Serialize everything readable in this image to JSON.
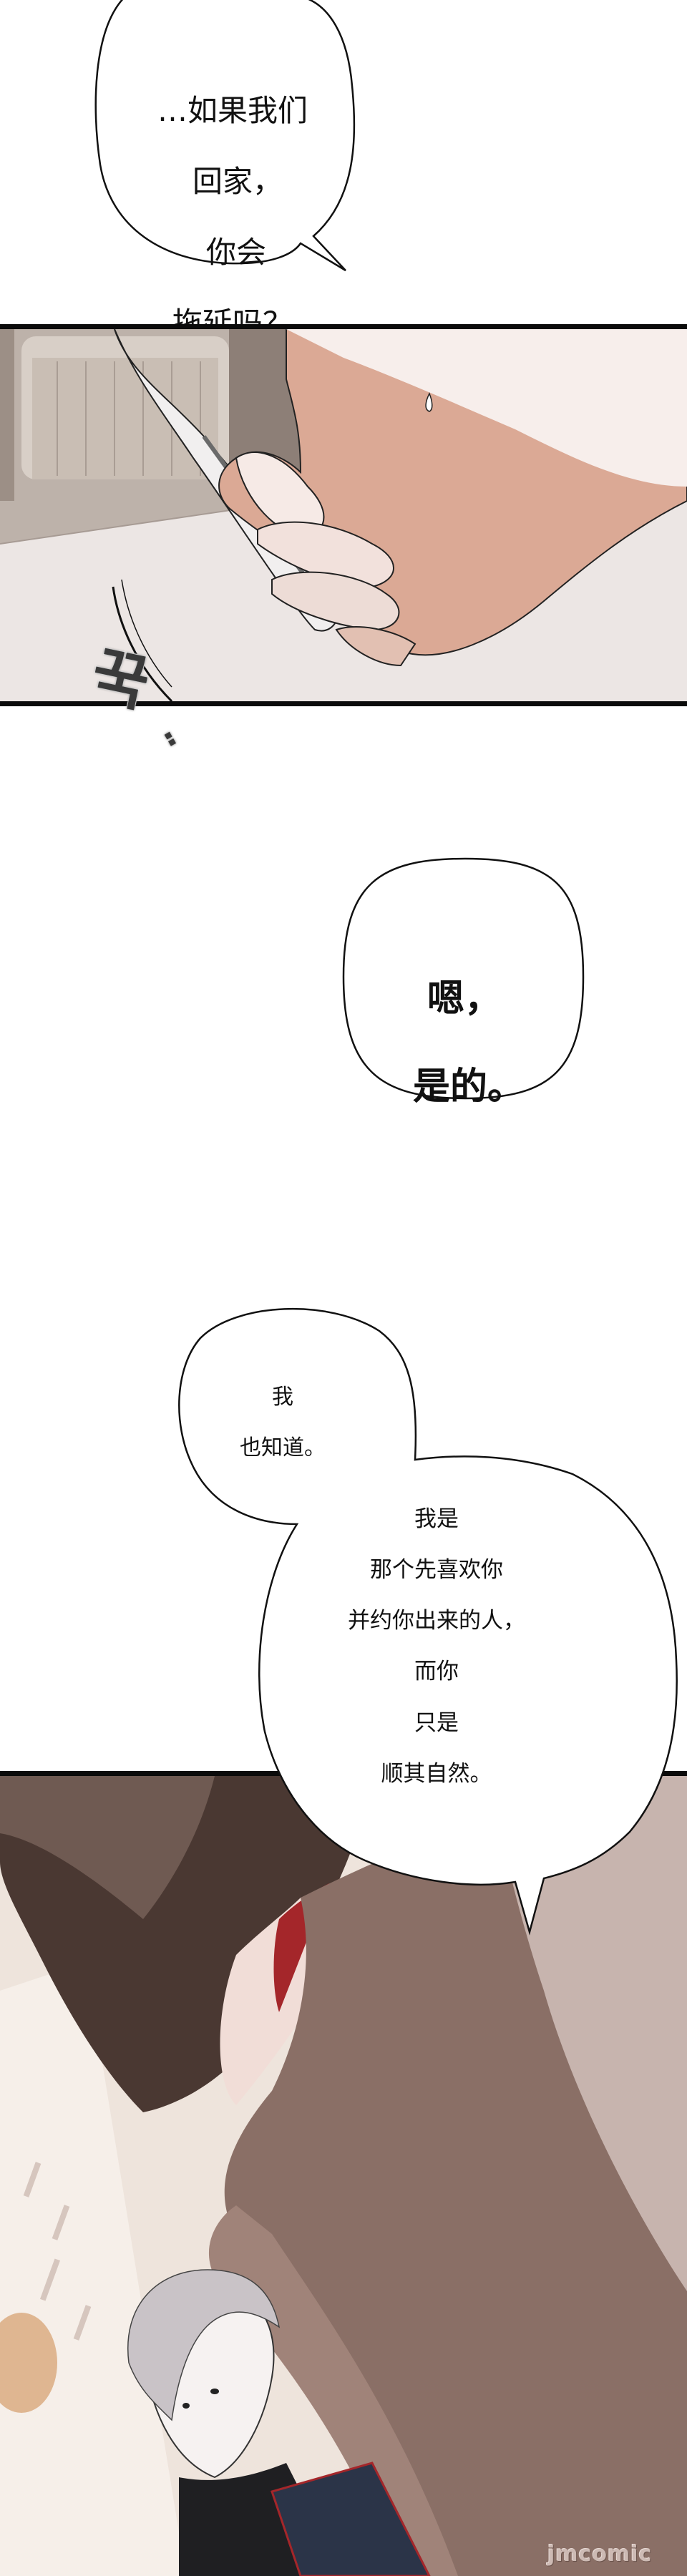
{
  "page": {
    "background": "#ffffff",
    "panel_border_color": "#0b0b0b"
  },
  "bubbles": [
    {
      "id": "bubble-1",
      "text": "…如果我们\n回家，\n你会\n拖延吗？",
      "lines": [
        "…如果我们",
        "回家，",
        "你会",
        "拖延吗？"
      ]
    },
    {
      "id": "bubble-2",
      "text": "嗯，\n是的。",
      "lines": [
        "嗯，",
        "是的。"
      ]
    },
    {
      "id": "bubble-3a",
      "text": "我\n也知道。",
      "lines": [
        "我",
        "也知道。"
      ]
    },
    {
      "id": "bubble-3b",
      "text": "我是\n那个先喜欢你\n并约你出来的人，\n而你\n只是\n顺其自然。",
      "lines": [
        "我是",
        "那个先喜欢你",
        "并约你出来的人，",
        "而你",
        "只是",
        "顺其自然。"
      ]
    }
  ],
  "panels": [
    {
      "id": "panel-hand",
      "description": "close-up of hand gripping spoon on table",
      "colors": {
        "skin_light": "#f6ece8",
        "skin_shade": "#d9a78f",
        "table": "#ebe4e2",
        "background": "#b9aea6"
      }
    },
    {
      "id": "panel-cardigan",
      "description": "person in brown cardigan leaning over, silver-haired character below",
      "colors": {
        "cardigan": "#8a6f66",
        "hair_dark": "#4c3a33",
        "shirt": "#d8c9c4",
        "collar_red": "#a4262a",
        "jacket_navy": "#2b3448",
        "hair_silver": "#c9c3c7"
      }
    }
  ],
  "sfx": {
    "text": "꾹",
    "dots": "··"
  },
  "watermark": {
    "text": "jmcomic"
  }
}
